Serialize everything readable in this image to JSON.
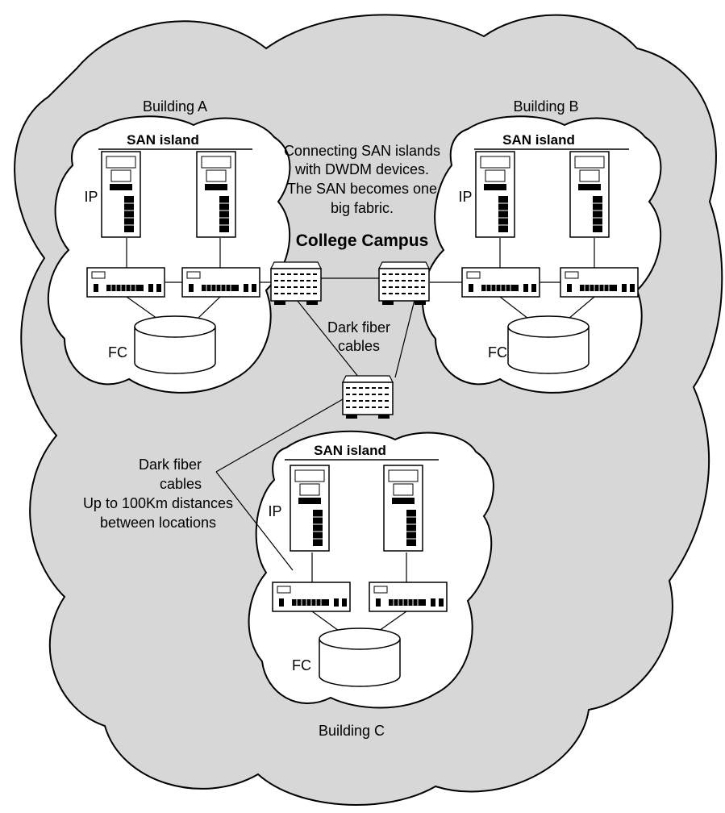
{
  "colors": {
    "cloud_fill": "#d7d7d7",
    "island_fill": "#ffffff",
    "stroke": "#000000",
    "device_fill": "#ffffff"
  },
  "texts": {
    "campus_title": "College Campus",
    "caption": [
      "Connecting SAN islands",
      "with DWDM devices.",
      "The SAN becomes one",
      "big fabric."
    ],
    "dark_fiber_center": [
      "Dark fiber",
      "cables"
    ],
    "dark_fiber_left": [
      "Dark fiber",
      "cables"
    ],
    "distance_note": [
      "Up to 100Km distances",
      "between locations"
    ]
  },
  "buildings": [
    {
      "id": "a",
      "label": "Building A",
      "island_label": "SAN island",
      "ip_label": "IP",
      "fc_label": "FC"
    },
    {
      "id": "b",
      "label": "Building B",
      "island_label": "SAN island",
      "ip_label": "IP",
      "fc_label": "FC"
    },
    {
      "id": "c",
      "label": "Building C",
      "island_label": "SAN island",
      "ip_label": "IP",
      "fc_label": "FC"
    }
  ],
  "icons": {
    "server": "server-tower-icon",
    "switch": "fc-switch-icon",
    "dwdm": "dwdm-device-icon",
    "storage": "storage-disk-icon"
  }
}
